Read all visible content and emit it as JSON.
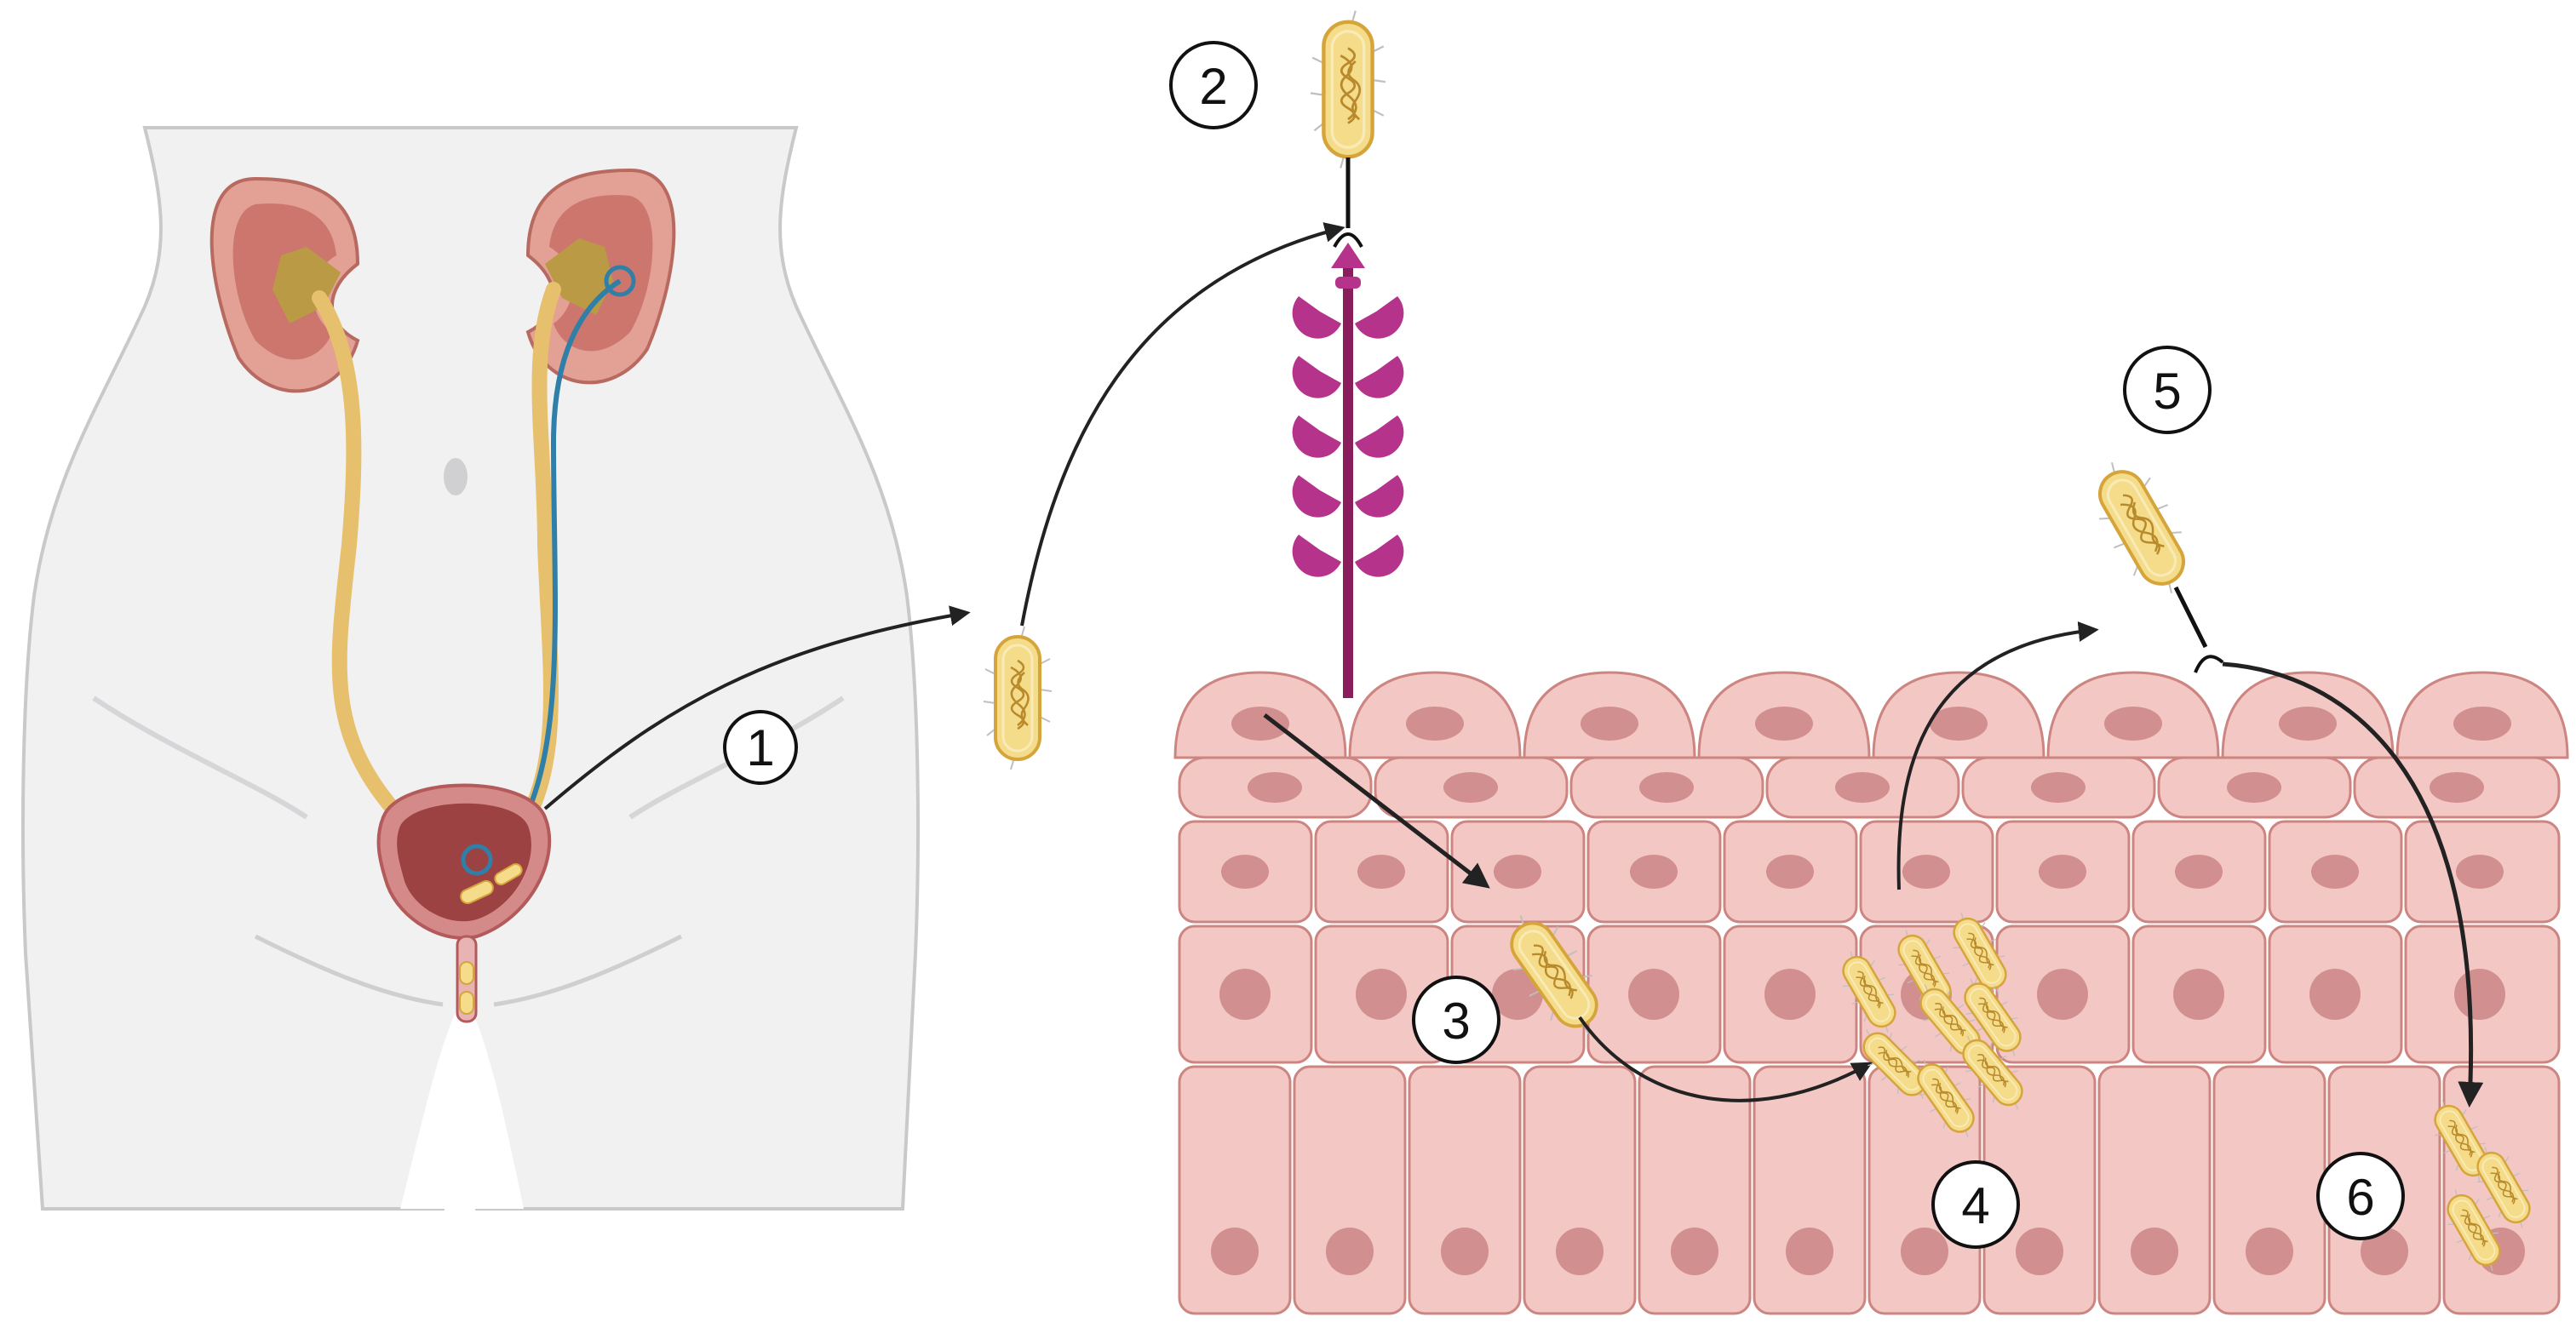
{
  "steps": [
    "1",
    "2",
    "3",
    "4",
    "5",
    "6"
  ],
  "colors": {
    "skin": "#f1f1f2",
    "skin_shade": "#d6d6d8",
    "skin_outline": "#bdbdc0",
    "kidney_cortex": "#e3a095",
    "kidney_medulla": "#cc766d",
    "kidney_pelvis": "#bb9a45",
    "ureter": "#e6c06c",
    "ureter_dark": "#c99c3c",
    "bladder_wall": "#d38a88",
    "bladder_lumen": "#9c4242",
    "catheter_blue": "#2f7fa8",
    "catheter_green": "#5f8f6e",
    "bacterium_fill": "#f5dc8a",
    "bacterium_outline": "#d5a43a",
    "bacterium_dna": "#b98a2b",
    "receptor_stalk": "#8a1e5c",
    "receptor_lobe": "#b5338a",
    "cell_fill": "#f2c7c4",
    "cell_outline": "#cc8580",
    "nucleus": "#d18f8f",
    "arrow": "#222222"
  },
  "icons": {
    "anatomy": "female-lower-torso-urinary-tract",
    "bacterium": "rod-bacterium-icon",
    "receptor": "glycoprotein-receptor-icon",
    "epithelium": "bladder-urothelium-cross-section"
  }
}
